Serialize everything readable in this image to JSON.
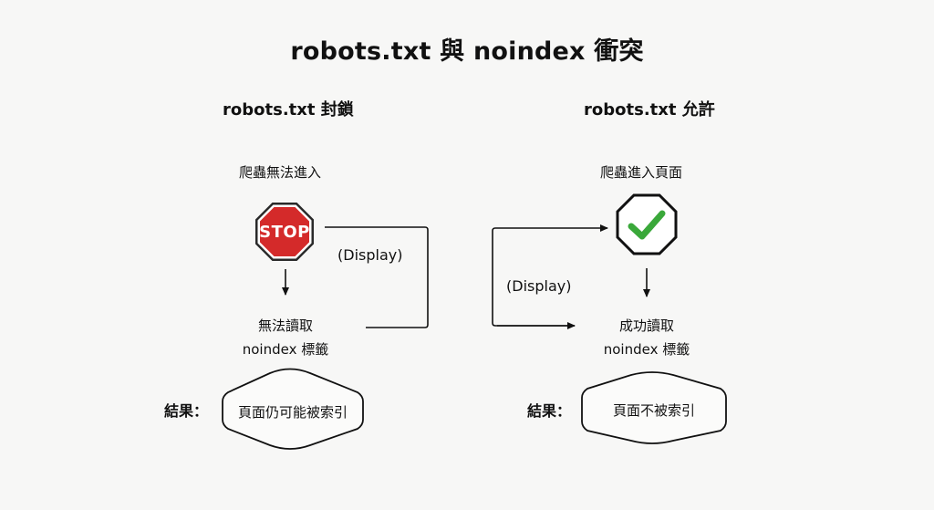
{
  "title": "robots.txt 與 noindex 衝突",
  "left": {
    "heading": "robots.txt 封鎖",
    "crawler_text": "爬蟲無法進入",
    "stop_sign_text": "STOP",
    "display_label": "(Display)",
    "read_line1": "無法讀取",
    "read_line2": "noindex 標籤",
    "result_label": "結果：",
    "result_text": "頁面仍可能被索引"
  },
  "right": {
    "heading": "robots.txt 允許",
    "crawler_text": "爬蟲進入頁面",
    "display_label": "(Display)",
    "read_line1": "成功讀取",
    "read_line2": "noindex 標籤",
    "result_label": "結果：",
    "result_text": "頁面不被索引"
  },
  "colors": {
    "stop_red": "#d42a2a",
    "check_green": "#3aa83a",
    "background": "#f7f7f6",
    "ink": "#111111"
  },
  "icons": [
    "stop-sign-icon",
    "checkmark-icon"
  ]
}
